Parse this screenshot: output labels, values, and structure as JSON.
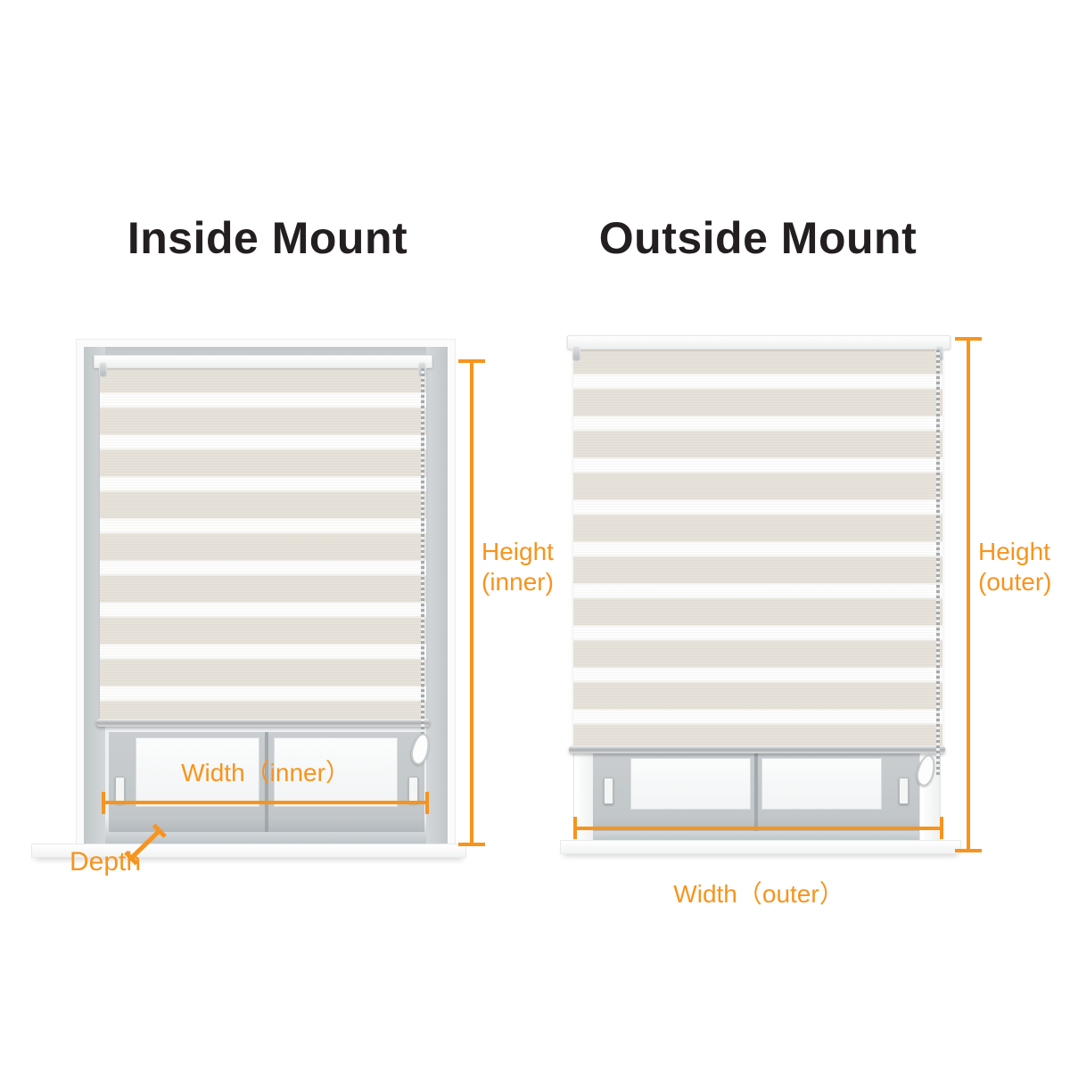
{
  "colors": {
    "accent": "#f7941d",
    "title_text": "#231f20",
    "stripe_beige": "#e6e1d9",
    "stripe_white": "#fdfdfd"
  },
  "inside": {
    "title": "Inside Mount",
    "height_line1": "Height",
    "height_line2": "(inner)",
    "width_label": "Width（inner）",
    "depth_label": "Depth"
  },
  "outside": {
    "title": "Outside Mount",
    "height_line1": "Height",
    "height_line2": "(outer)",
    "width_label": "Width（outer）"
  }
}
